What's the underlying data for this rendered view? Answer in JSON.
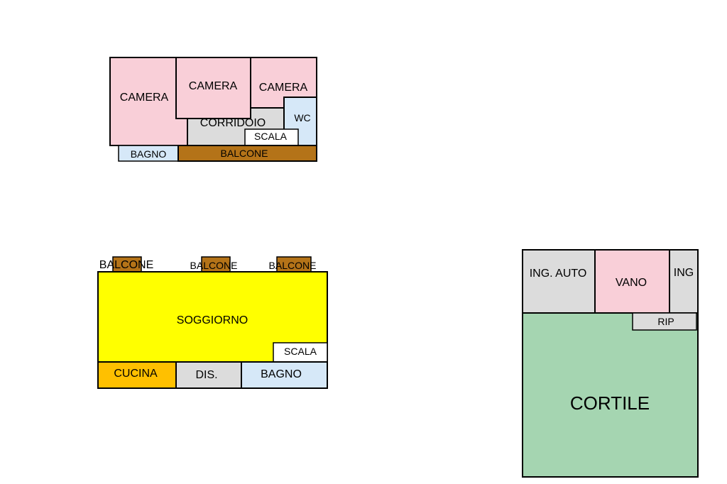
{
  "colors": {
    "pink": "#f9cfd8",
    "gray": "#dcdcdc",
    "lightblue": "#d6e8f8",
    "brown": "#b47318",
    "yellow": "#ffff00",
    "orange": "#ffc000",
    "green": "#a5d5b1",
    "white": "#ffffff"
  },
  "plan_top": {
    "camera_left": "CAMERA",
    "camera_middle": "CAMERA",
    "camera_right": "CAMERA",
    "corridoio": "CORRIDOIO",
    "wc": "WC",
    "scala": "SCALA",
    "bagno": "BAGNO",
    "balcone": "BALCONE"
  },
  "plan_bottom": {
    "balcone_1": "BALCONE",
    "balcone_2": "BALCONE",
    "balcone_3": "BALCONE",
    "soggiorno": "SOGGIORNO",
    "scala": "SCALA",
    "cucina": "CUCINA",
    "dis": "DIS.",
    "bagno": "BAGNO"
  },
  "plan_ground": {
    "ing_auto": "ING. AUTO",
    "vano": "VANO",
    "ing": "ING",
    "rip": "RIP",
    "cortile": "CORTILE"
  }
}
